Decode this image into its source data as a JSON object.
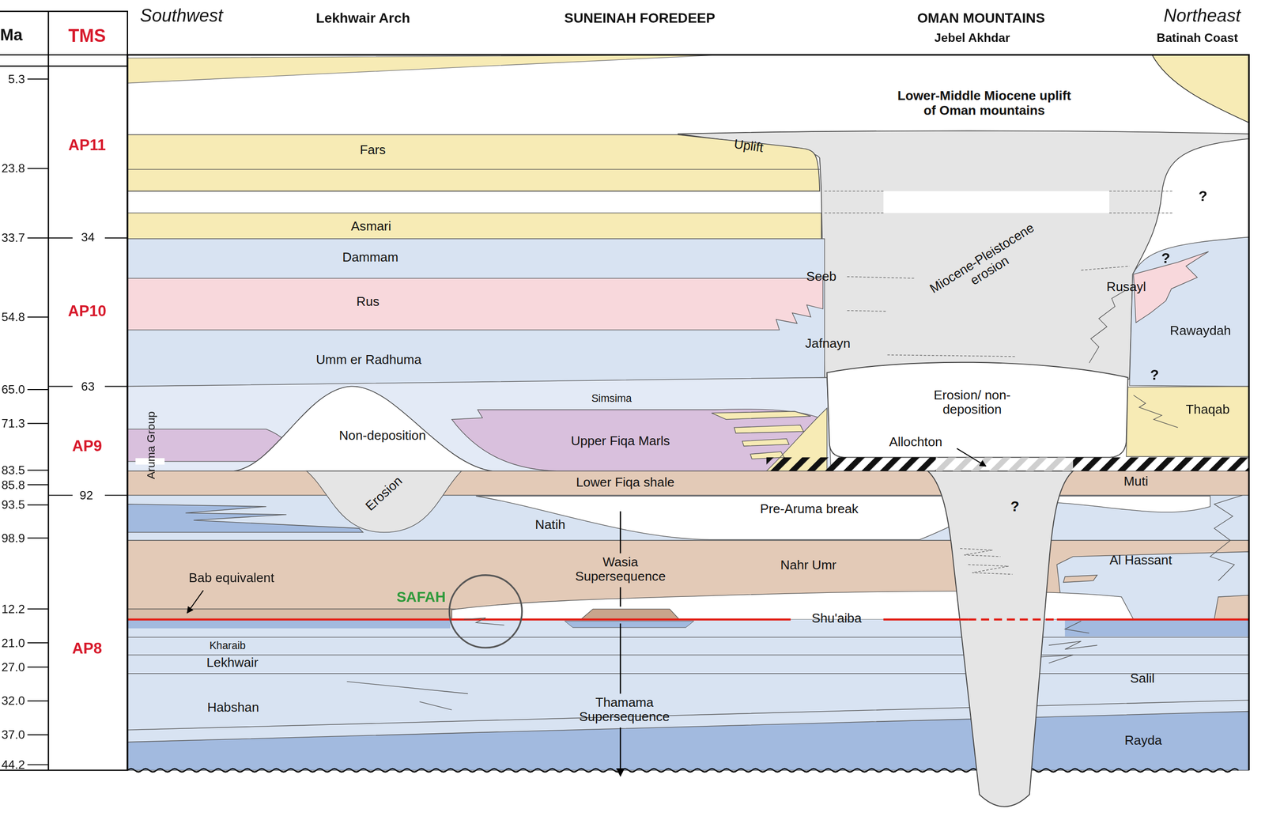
{
  "diagram": {
    "nodes": [
      {
        "text": [
          "Fars"
        ]
      },
      {
        "text": [
          "Asmari"
        ]
      },
      {
        "text": [
          "Dammam"
        ]
      },
      {
        "text": [
          "Rus"
        ]
      },
      {
        "text": [
          "Rusayl"
        ]
      },
      {
        "text": [
          "Rawaydah"
        ]
      },
      {
        "text": [
          "Umm er Radhuma"
        ]
      },
      {
        "text": [
          "Simsima"
        ]
      },
      {
        "text": [
          "Non-deposition"
        ]
      },
      {
        "text": [
          "Upper Fiqa Marls"
        ]
      },
      {
        "text": [
          "Erosion/ non-deposition"
        ]
      },
      {
        "text": [
          "Thaqab"
        ]
      },
      {
        "text": [
          "Lower Fiqa shale"
        ]
      },
      {
        "text": [
          "Muti"
        ]
      },
      {
        "text": [
          "Erosion"
        ]
      },
      {
        "text": [
          "Natih"
        ]
      },
      {
        "text": [
          "Nahr Umr"
        ]
      },
      {
        "text": [
          "Al Hassant"
        ]
      },
      {
        "text": [
          "Shu'aiba"
        ]
      },
      {
        "text": [
          "Kharaib"
        ]
      },
      {
        "text": [
          "Lekhwair"
        ]
      },
      {
        "text": [
          "Habshan"
        ]
      },
      {
        "text": [
          "Salil"
        ]
      },
      {
        "text": [
          "Rayda"
        ]
      }
    ],
    "labels": [
      "Ma",
      "TMS",
      "Southwest",
      "Lekhwair Arch",
      "SUNEINAH FOREDEEP",
      "OMAN MOUNTAINS",
      "Jebel Akhdar",
      "Northeast",
      "Batinah Coast",
      "5.3",
      "23.8",
      "33.7",
      "54.8",
      "65.0",
      "71.3",
      "83.5",
      "85.8",
      "93.5",
      "98.9",
      "12.2",
      "21.0",
      "27.0",
      "32.0",
      "37.0",
      "44.2",
      "AP11",
      "34",
      "AP10",
      "63",
      "AP9",
      "92",
      "AP8",
      "Lower-Middle Miocene uplift of Oman mountains",
      "Uplift",
      "?",
      "?",
      "Seeb",
      "Miocene-Pleistocene erosion",
      "Jafnayn",
      "?",
      "Aruma Group",
      "Allochton",
      "Pre-Aruma break",
      "?",
      "Wasia Supersequence",
      "Bab equivalent",
      "SAFAH",
      "Thamama Supersequence"
    ]
  }
}
